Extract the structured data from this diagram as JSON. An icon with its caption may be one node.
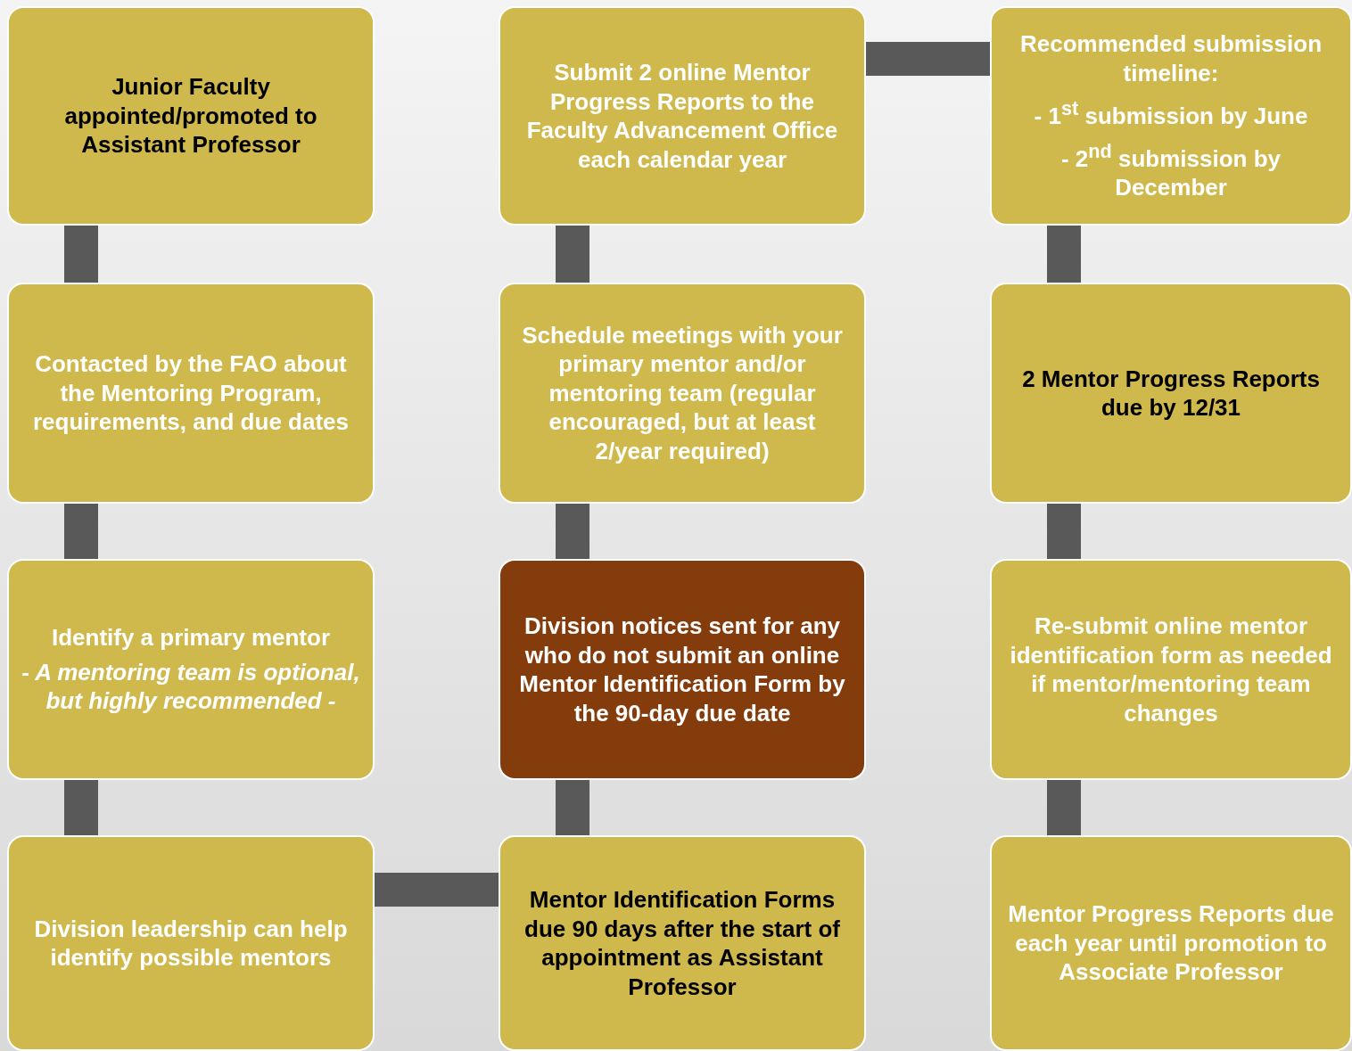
{
  "diagram": {
    "nodes": [
      {
        "text": [
          "Junior Faculty appointed/promoted to Assistant Professor"
        ]
      },
      {
        "text": [
          "Submit 2 online Mentor Progress Reports to the Faculty Advancement Office each calendar year"
        ]
      },
      {
        "text": [
          "Recommended submission timeline:",
          "- 1$^{st}$ submission by June",
          "- 2$^{nd}$ submission by December"
        ]
      },
      {
        "text": [
          "Contacted by the FAO about the Mentoring Program, requirements, and due dates"
        ]
      },
      {
        "text": [
          "Schedule meetings with your primary mentor and/or mentoring team (regular encouraged, but at least 2/year required)"
        ]
      },
      {
        "text": [
          "2 Mentor Progress Reports due by 12/31"
        ]
      },
      {
        "text": [
          "Identify a primary mentor",
          "- A mentoring team is optional, but highly recommended -"
        ]
      },
      {
        "text": [
          "Division notices sent for any who do not submit an online Mentor Identification Form by the 90-day due date"
        ]
      },
      {
        "text": [
          "Re-submit online mentor identification form as needed if mentor/mentoring team changes"
        ]
      },
      {
        "text": [
          "Division leadership can help identify possible mentors"
        ]
      },
      {
        "text": [
          "Mentor Identification Forms due 90 days after the start of appointment as Assistant Professor"
        ]
      },
      {
        "text": [
          "Mentor Progress Reports due each year until promotion to Associate Professor"
        ]
      }
    ],
    "edges": [
      {
        "from": 0,
        "to": 3,
        "arrow": "none"
      },
      {
        "from": 3,
        "to": 6,
        "arrow": "none"
      },
      {
        "from": 6,
        "to": 9,
        "arrow": "none"
      },
      {
        "from": 9,
        "to": 10,
        "arrow": "none"
      },
      {
        "from": 10,
        "to": 7,
        "arrow": "none"
      },
      {
        "from": 7,
        "to": 4,
        "arrow": "none"
      },
      {
        "from": 4,
        "to": 1,
        "arrow": "none"
      },
      {
        "from": 1,
        "to": 2,
        "arrow": "none"
      },
      {
        "from": 2,
        "to": 5,
        "arrow": "none"
      },
      {
        "from": 5,
        "to": 8,
        "arrow": "none"
      },
      {
        "from": 8,
        "to": 11,
        "arrow": "none"
      }
    ]
  }
}
